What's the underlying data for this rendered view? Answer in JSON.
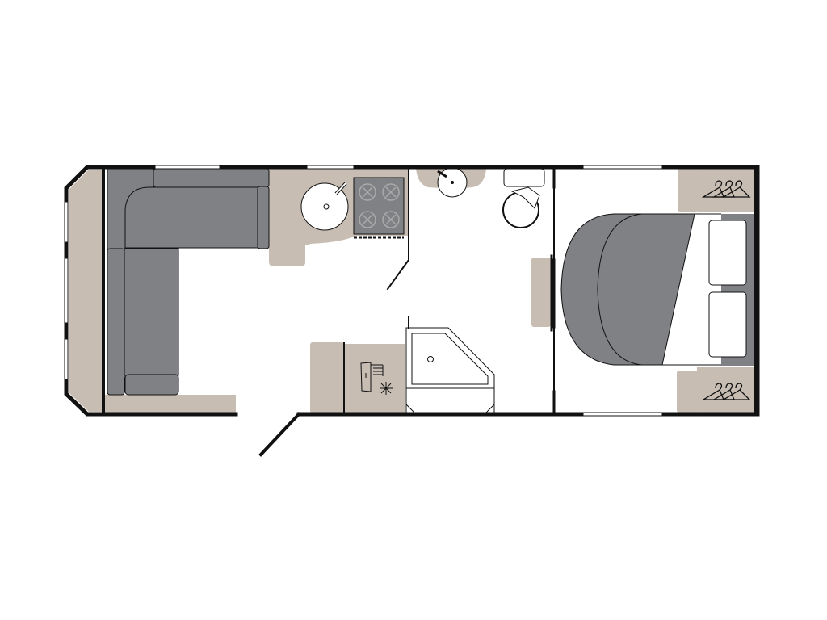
{
  "colors": {
    "background": "#ffffff",
    "wall": "#111111",
    "furniture_beige": "#c7bdb3",
    "upholstery_grey": "#808184",
    "fixture_white": "#ffffff"
  },
  "rooms": [
    "lounge",
    "kitchen",
    "washroom",
    "shower",
    "bedroom"
  ]
}
